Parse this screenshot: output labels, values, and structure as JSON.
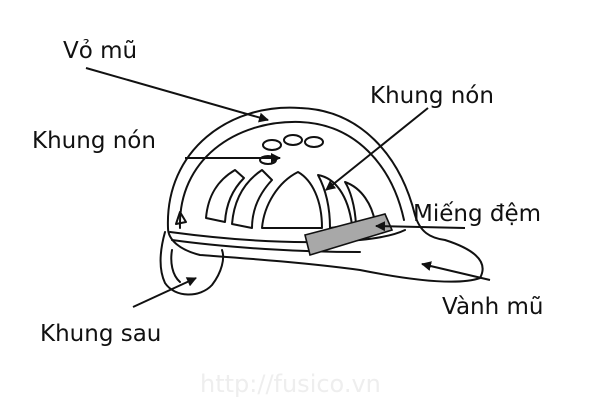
{
  "labels": {
    "shell": "Vỏ mũ",
    "frame_top": "Khung nón",
    "frame_left": "Khung nón",
    "pad": "Miếng đệm",
    "back_frame": "Khung sau",
    "brim": "Vành mũ"
  },
  "watermark": "http://fusico.vn",
  "colors": {
    "line": "#111111",
    "pad_fill": "#a8a8a8"
  }
}
